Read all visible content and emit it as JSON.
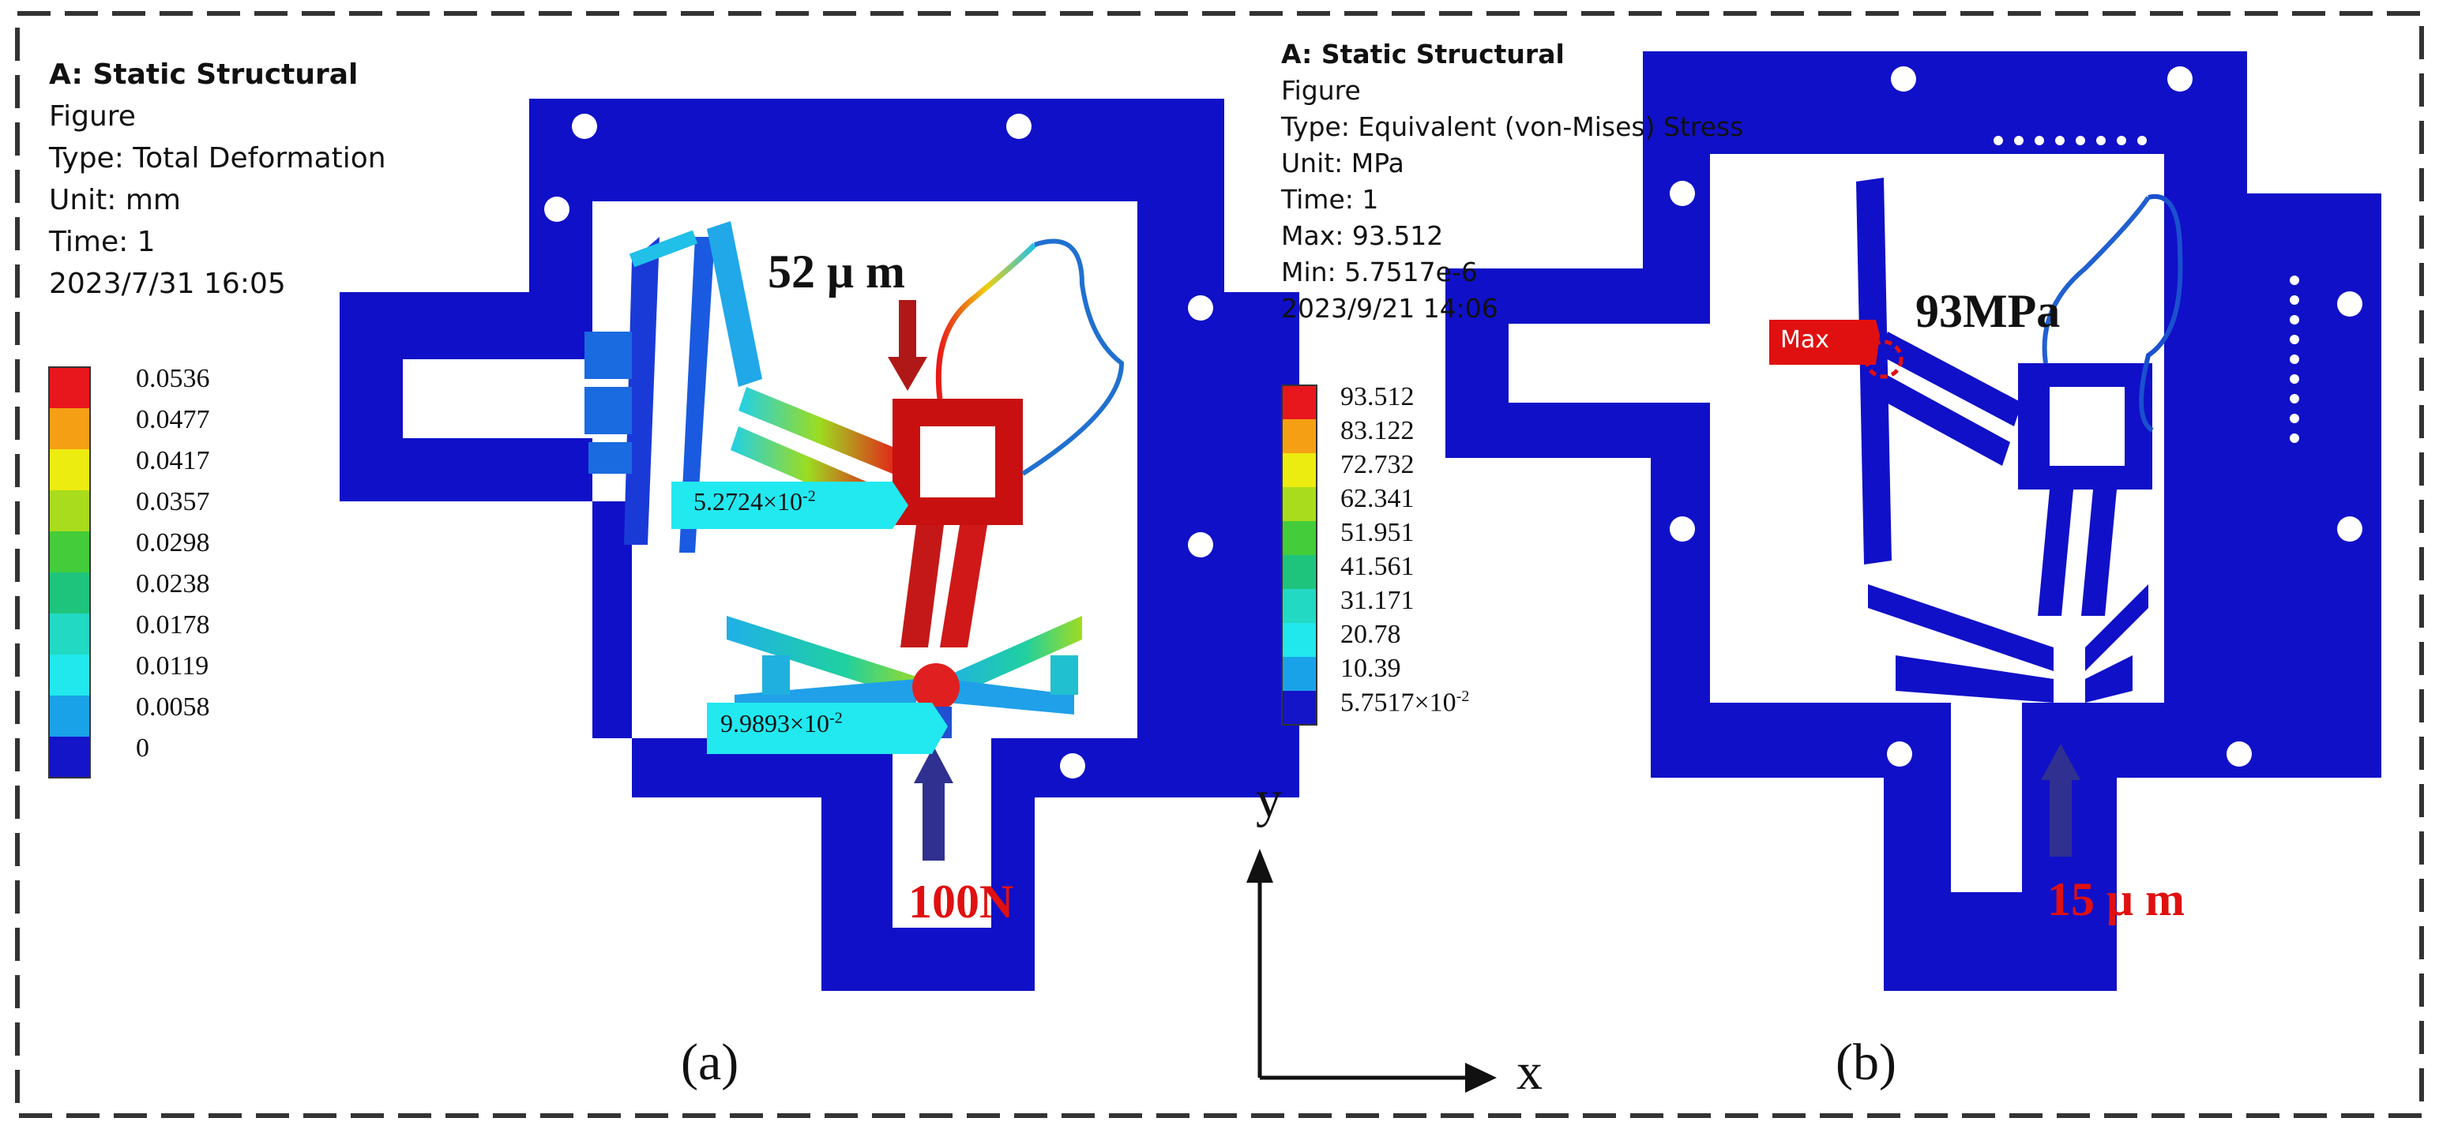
{
  "panel_a": {
    "info": {
      "title": "A: Static Structural",
      "line1": "Figure",
      "type": "Type: Total Deformation",
      "unit": "Unit: mm",
      "time": "Time: 1",
      "date": "2023/7/31 16:05"
    },
    "legend": [
      {
        "label": "0.0536",
        "color": "#e8161d"
      },
      {
        "label": "0.0477",
        "color": "#f5a014"
      },
      {
        "label": "0.0417",
        "color": "#ecec10"
      },
      {
        "label": "0.0357",
        "color": "#a8dc1c"
      },
      {
        "label": "0.0298",
        "color": "#44cc3a"
      },
      {
        "label": "0.0238",
        "color": "#1ec47c"
      },
      {
        "label": "0.0178",
        "color": "#22d9c4"
      },
      {
        "label": "0.0119",
        "color": "#20e8ec"
      },
      {
        "label": "0.0058",
        "color": "#1aa2e8"
      },
      {
        "label": "0",
        "color": "#1414c8"
      }
    ],
    "disp_label": "52 μ m",
    "probe_upper": {
      "mantissa": "5.2724×10",
      "exp": "-2"
    },
    "probe_lower": {
      "mantissa": "9.9893×10",
      "exp": "-2"
    },
    "load_label": "100N",
    "caption": "(a)"
  },
  "panel_b": {
    "info": {
      "title": "A: Static Structural",
      "line1": "Figure",
      "type": "Type: Equivalent (von-Mises) Stress",
      "unit": "Unit: MPa",
      "time": "Time: 1",
      "max": "Max: 93.512",
      "min": "Min: 5.7517e-6",
      "date": "2023/9/21 14:06"
    },
    "legend": [
      {
        "label": "93.512",
        "color": "#e8161d"
      },
      {
        "label": "83.122",
        "color": "#f5a014"
      },
      {
        "label": "72.732",
        "color": "#ecec10"
      },
      {
        "label": "62.341",
        "color": "#a8dc1c"
      },
      {
        "label": "51.951",
        "color": "#44cc3a"
      },
      {
        "label": "41.561",
        "color": "#1ec47c"
      },
      {
        "label": "31.171",
        "color": "#22d9c4"
      },
      {
        "label": "20.78",
        "color": "#20e8ec"
      },
      {
        "label": "10.39",
        "color": "#1aa2e8"
      },
      {
        "label": "5.7517×10",
        "exp": "-2",
        "color": "#1414c8"
      }
    ],
    "max_tag": "Max",
    "stress_label": "93MPa",
    "disp_label": "15 μ m",
    "caption": "(b)"
  },
  "axes": {
    "y": "y",
    "x": "x"
  },
  "colors": {
    "structure": "#1010c8",
    "mover": "#c81010",
    "arrow_red": "#b01818",
    "arrow_blue": "#303090",
    "probe": "#22e8f0",
    "accent_red": "#e01010"
  }
}
